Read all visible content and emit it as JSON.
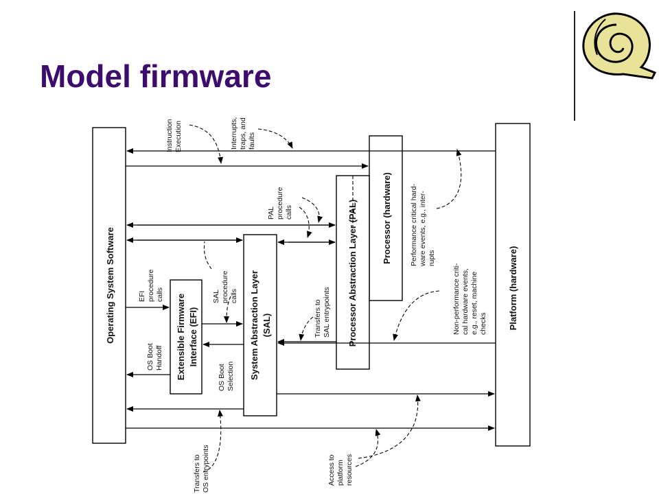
{
  "slide": {
    "title": "Model firmware"
  },
  "boxes": {
    "os": "Operating System Software",
    "platform": "Platform (hardware)",
    "processor": "Processor (hardware)",
    "pal": "Processor Abstraction Layer (PAL)",
    "sal_line1": "System Abstraction Layer",
    "sal_line2": "(SAL)",
    "efi_line1": "Extensible Firmware",
    "efi_line2": "Interface (EFI)"
  },
  "annotations": {
    "instruction_execution": [
      "Instruction",
      "Execution"
    ],
    "interrupts": [
      "Interrupts,",
      "traps, and",
      "faults"
    ],
    "pal_calls": [
      "PAL",
      "procedure",
      "calls"
    ],
    "efi_calls": [
      "EFI",
      "procedure",
      "calls"
    ],
    "sal_calls": [
      "SAL",
      "procedure",
      "calls"
    ],
    "transfers_sal": [
      "Transfers to",
      "SAL entrypoints"
    ],
    "os_boot_handoff": [
      "OS Boot",
      "Handoff"
    ],
    "os_boot_selection": [
      "OS Boot",
      "Selection"
    ],
    "perf_critical": [
      "Performance critical hard-",
      "ware events, e.g., inter-",
      "rupts"
    ],
    "non_perf_critical": [
      "Non-performance criti-",
      "cal hardware events,",
      "e.g., reset, machine",
      "checks"
    ],
    "transfers_os": [
      "Transfers to",
      "OS entrypoints"
    ],
    "access_platform": [
      "Access to",
      "platform",
      "resources"
    ]
  }
}
